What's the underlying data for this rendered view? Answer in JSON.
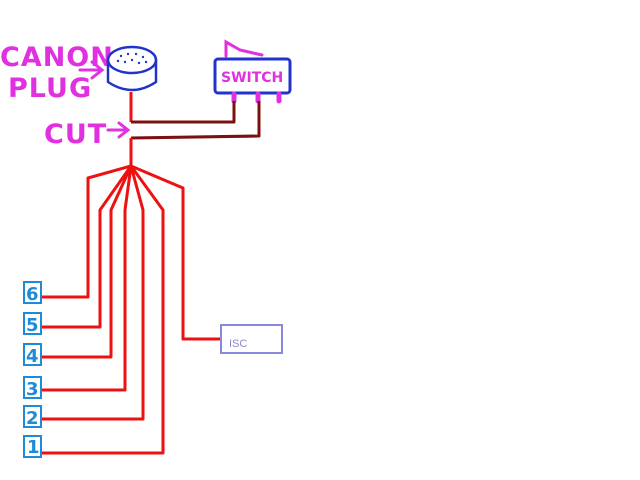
{
  "labels": {
    "canon_line1": "CANON",
    "canon_line2": "PLUG",
    "cut": "CUT",
    "switch": "SWITCH",
    "isc": "ISC"
  },
  "terminals": [
    "6",
    "5",
    "4",
    "3",
    "2",
    "1"
  ],
  "colors": {
    "annotation": "#e030e0",
    "wire_red": "#ee1111",
    "wire_brown": "#7a1010",
    "outline_blue": "#2233cc",
    "terminal_blue": "#1e8ad8",
    "isc_box": "#8888dd"
  }
}
